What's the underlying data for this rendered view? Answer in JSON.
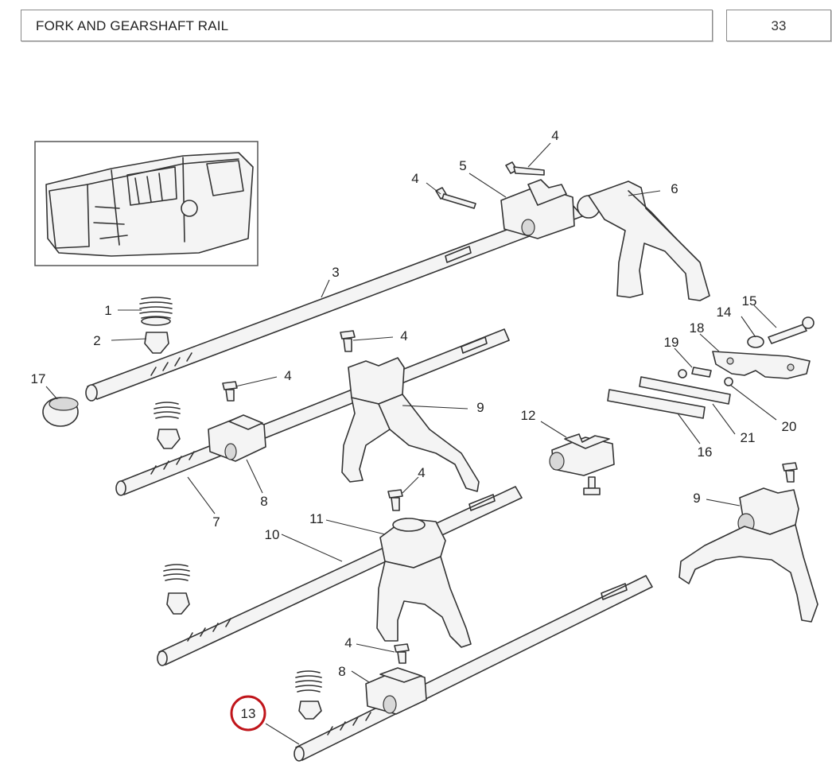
{
  "header": {
    "title": "FORK AND GEARSHAFT RAIL",
    "page_number": "33"
  },
  "callouts": {
    "c1": "1",
    "c2": "2",
    "c3": "3",
    "c4a": "4",
    "c4b": "4",
    "c4c": "4",
    "c4d": "4",
    "c4e": "4",
    "c4f": "4",
    "c5": "5",
    "c6": "6",
    "c7": "7",
    "c8a": "8",
    "c8b": "8",
    "c9a": "9",
    "c9b": "9",
    "c10": "10",
    "c11": "11",
    "c12": "12",
    "c13": "13",
    "c14": "14",
    "c15": "15",
    "c16": "16",
    "c17": "17",
    "c18": "18",
    "c19": "19",
    "c20": "20",
    "c21": "21"
  },
  "highlight": {
    "callout": "13",
    "color": "#c0151b"
  },
  "colors": {
    "line": "#333333",
    "part_fill": "#f4f4f4",
    "shade": "#d8d8d8"
  }
}
